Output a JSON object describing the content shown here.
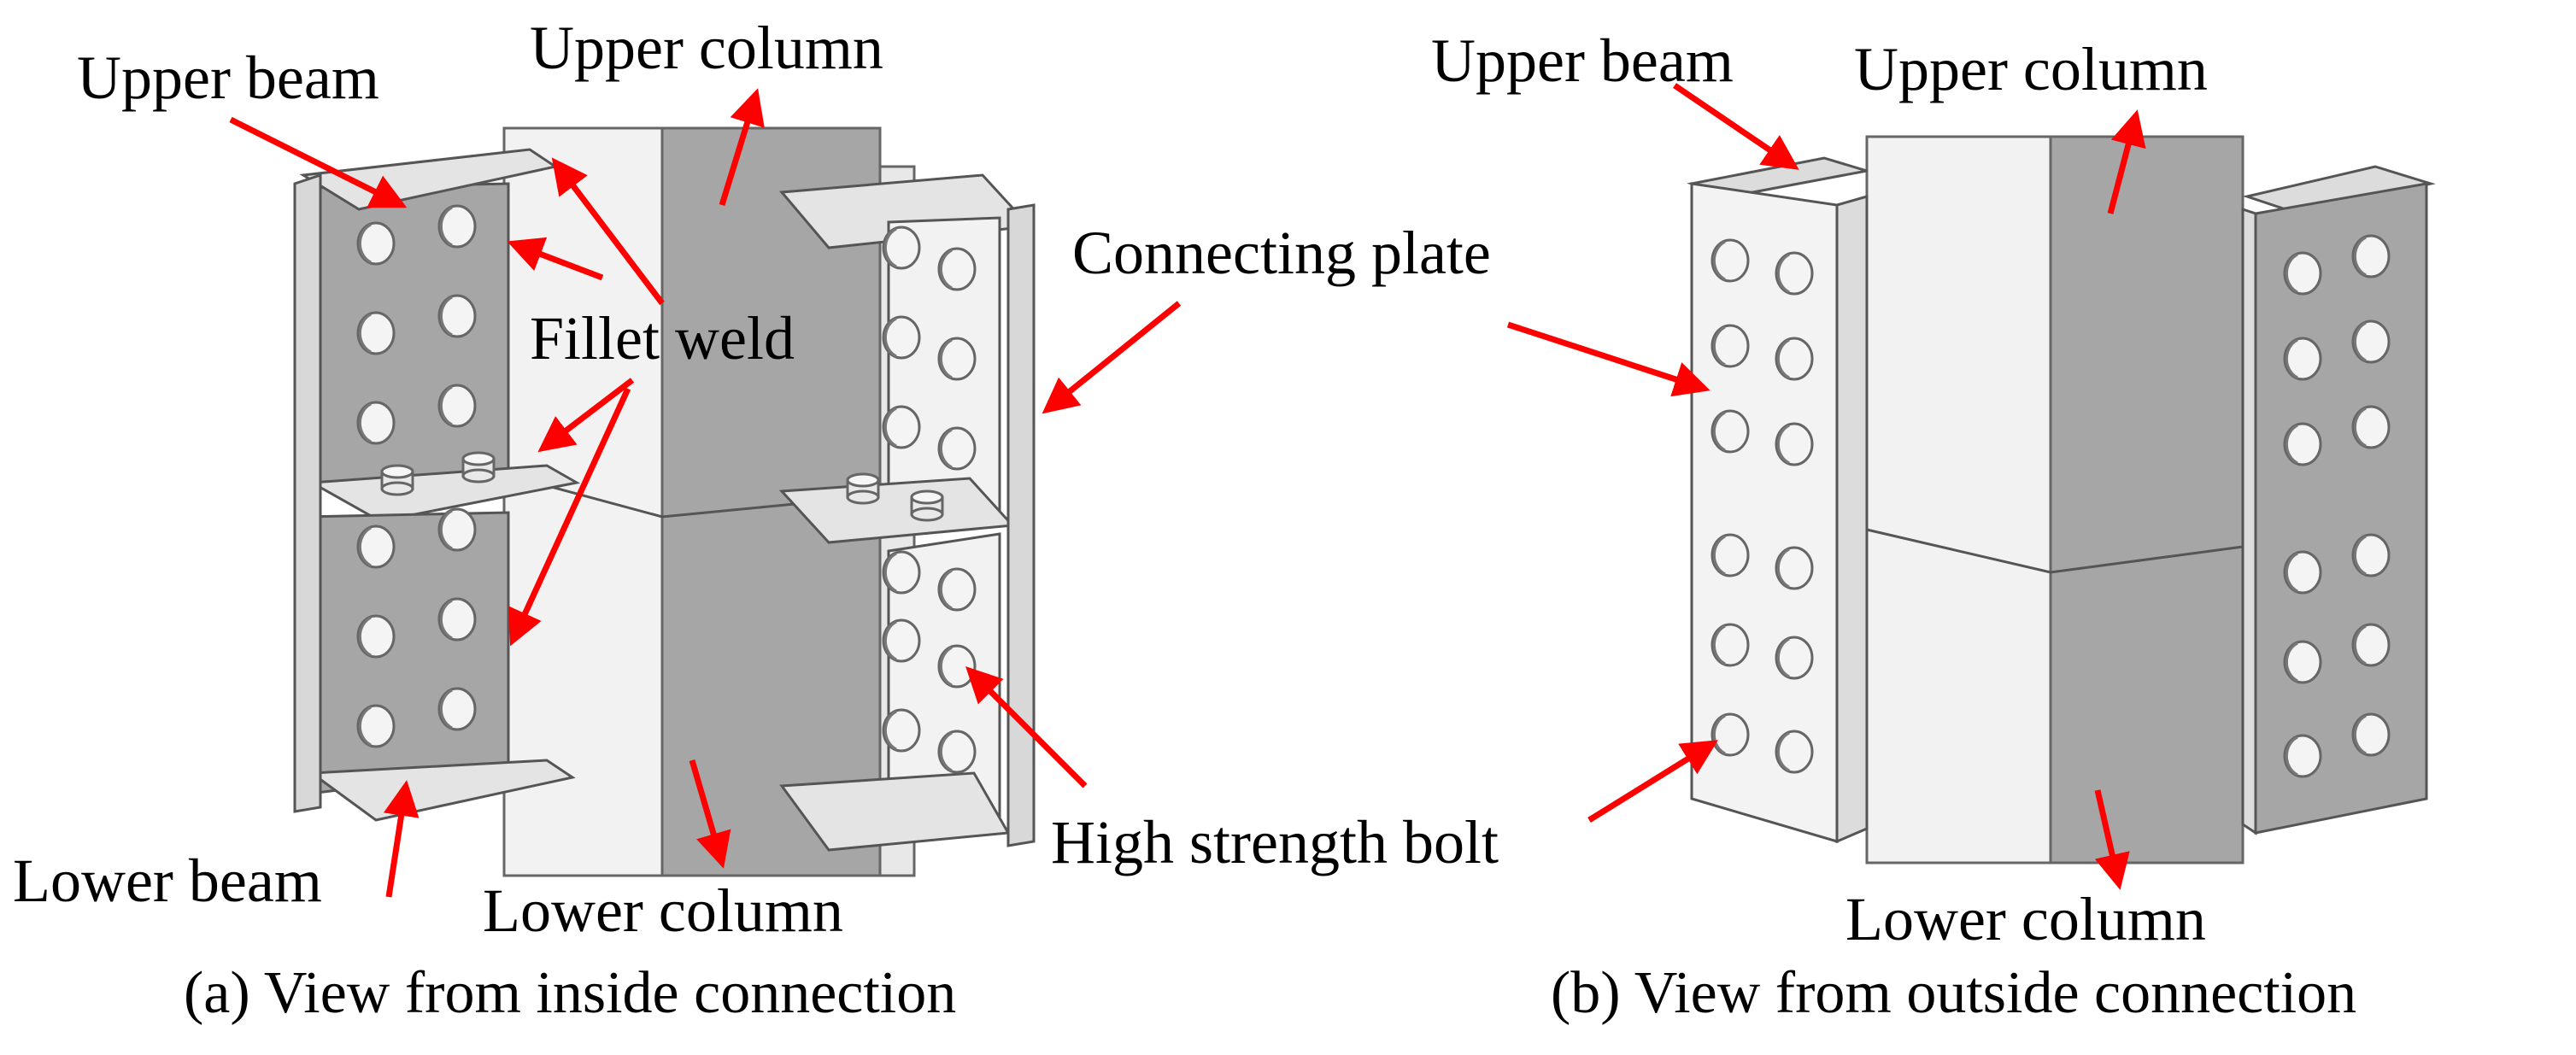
{
  "panel_a": {
    "labels": {
      "upper_beam": "Upper beam",
      "upper_column": "Upper column",
      "fillet_weld": "Fillet weld",
      "connecting_plate": "Connecting plate",
      "high_strength_bolt": "High strength bolt",
      "lower_beam": "Lower beam",
      "lower_column": "Lower column"
    },
    "caption": "(a) View from inside connection"
  },
  "panel_b": {
    "labels": {
      "upper_beam": "Upper beam",
      "upper_column": "Upper column",
      "lower_column": "Lower column"
    },
    "caption": "(b) View from outside connection"
  },
  "colors": {
    "arrow": "#ff0000",
    "steel_dark": "#a6a6a6",
    "steel_light": "#f2f2f2",
    "steel_mid": "#d4d4d4",
    "outline": "#555555"
  }
}
